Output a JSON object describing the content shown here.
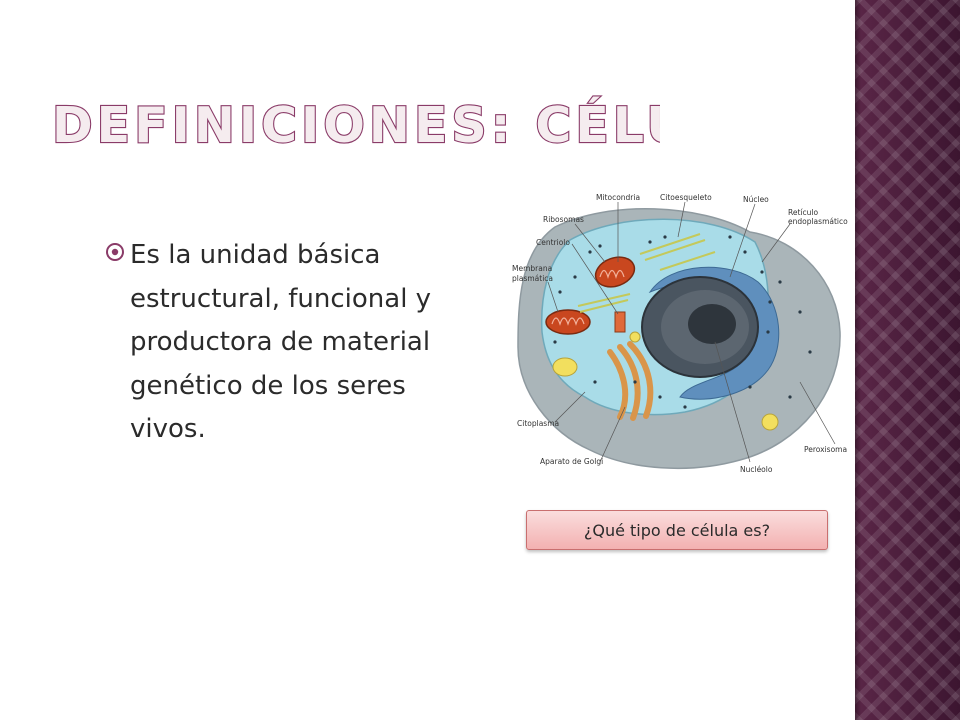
{
  "slide": {
    "title": "DEFINICIONES: CÉLULA.",
    "bullet_text": "Es la unidad básica estructural, funcional y productora de material genético de los seres vivos.",
    "question_button": "¿Qué tipo de célula es?"
  },
  "diagram": {
    "labels": {
      "mitocondria": "Mitocondria",
      "citoesqueleto": "Citoesqueleto",
      "nucleo": "Núcleo",
      "reticulo_line1": "Retículo",
      "reticulo_line2": "endoplasmático",
      "ribosomas": "Ribosomas",
      "centriolo": "Centriolo",
      "membrana_line1": "Membrana",
      "membrana_line2": "plasmática",
      "citoplasma": "Citoplasma",
      "peroxisoma": "Peroxisoma",
      "golgi": "Aparato de Golgi",
      "nucleolo": "Nucléolo"
    }
  },
  "colors": {
    "title": "#f5ecef",
    "title_outline": "#8a3b68",
    "band": "#4a1d38",
    "text": "#2b2b2b",
    "bullet": "#8a3b68",
    "button_fill": "#f3b1b1",
    "button_border": "#c96f6f"
  }
}
